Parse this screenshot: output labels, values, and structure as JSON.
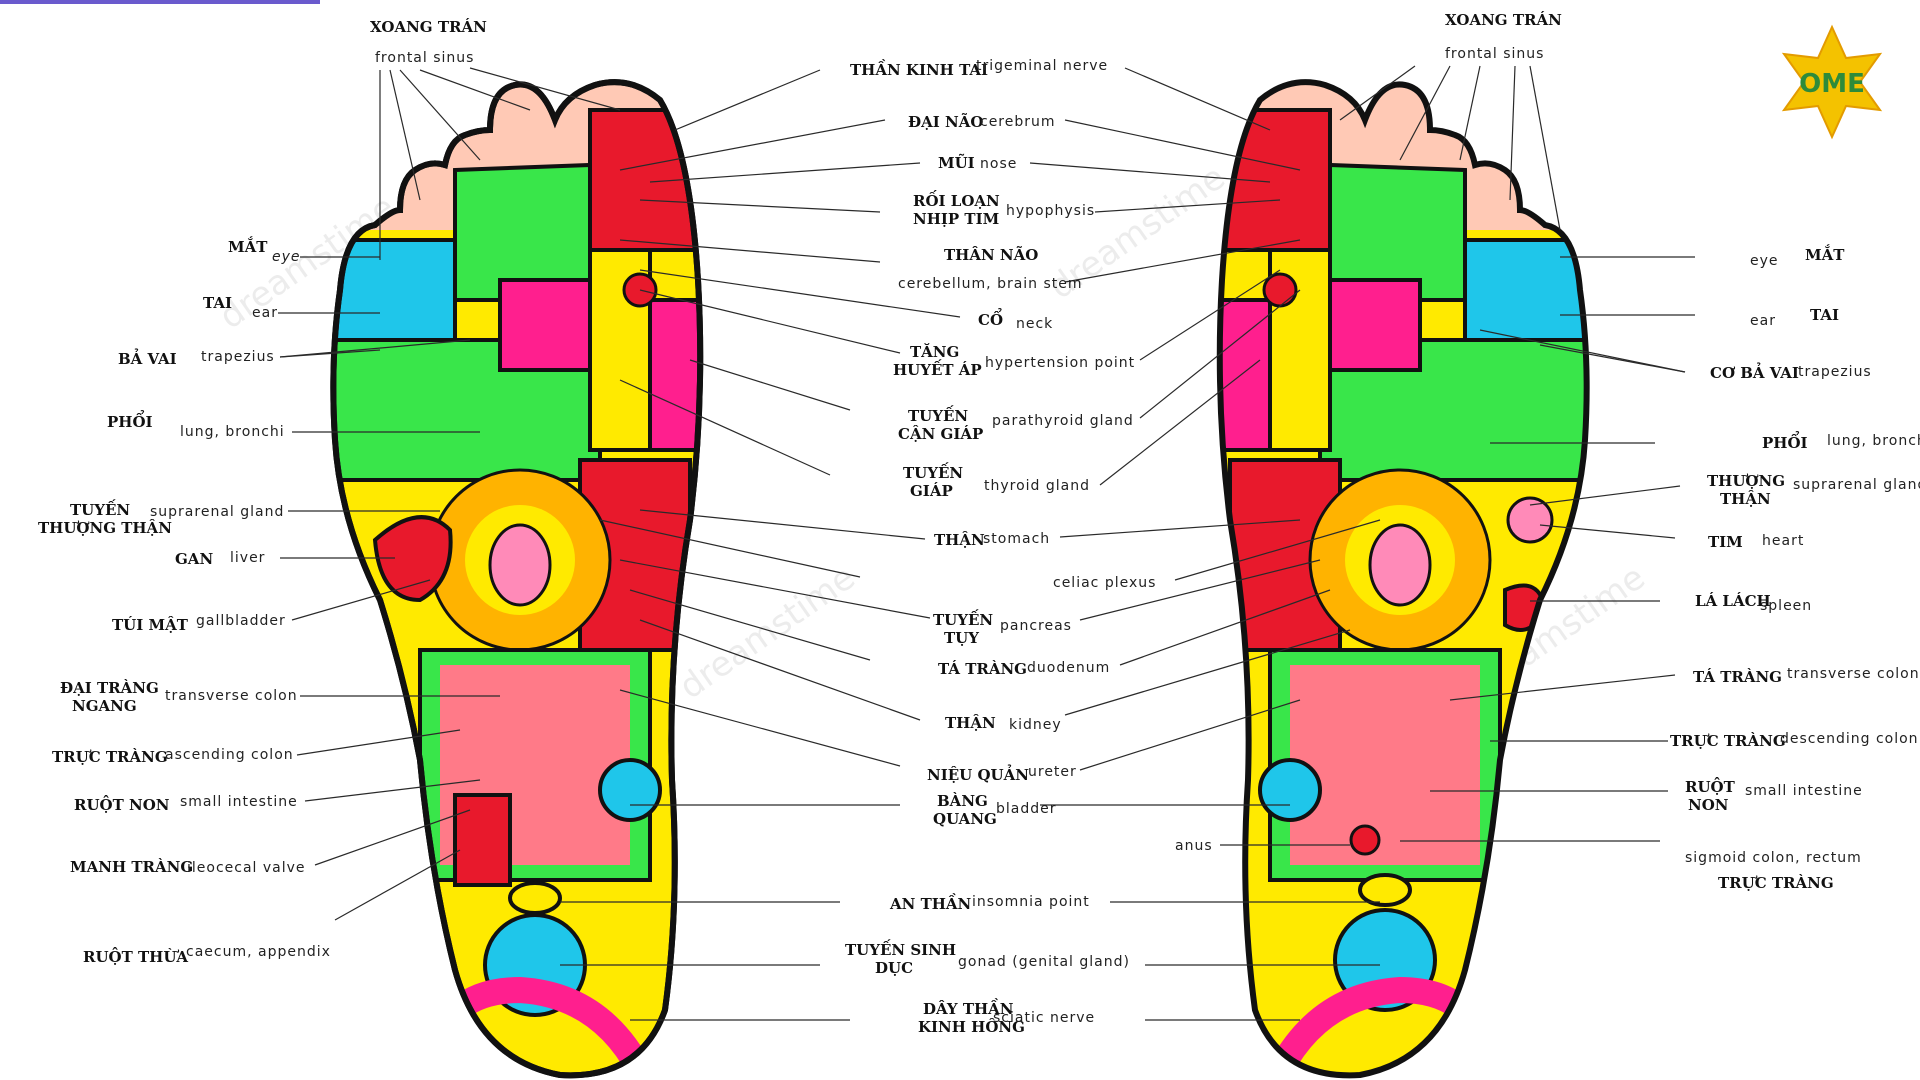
{
  "logo": {
    "text": "OME",
    "color": "#f4c200"
  },
  "colors": {
    "yellow": "#ffea00",
    "green": "#39e64a",
    "red": "#e8192c",
    "pink": "#ff1f8e",
    "cyan": "#1fc6ea",
    "peach": "#ffc9b5"
  },
  "labels": {
    "frontal_sinus_vn": "XOANG TRÁN",
    "frontal_sinus_en": "frontal sinus",
    "eye_vn": "MẮT",
    "eye_en": "eye",
    "ear_vn": "TAI",
    "ear_en": "ear",
    "trapezius_vn_left": "BẢ VAI",
    "trapezius_vn_right": "CƠ BẢ VAI",
    "trapezius_en": "trapezius",
    "lung_vn": "PHỔI",
    "lung_en": "lung, bronchi",
    "suprarenal_vn1_left": "TUYẾN",
    "suprarenal_vn2_left": "THƯỢNG THẬN",
    "suprarenal_vn1_right": "THƯỢNG",
    "suprarenal_vn2_right": "THẬN",
    "suprarenal_en": "suprarenal gland",
    "liver_vn": "GAN",
    "liver_en": "liver",
    "gallbladder_vn": "TÚI MẬT",
    "gallbladder_en": "gallbladder",
    "transverse_vn1": "ĐẠI TRÀNG",
    "transverse_vn2": "NGANG",
    "transverse_vn_right": "TÁ TRÀNG",
    "transverse_en": "transverse colon",
    "ascending_vn": "TRỰC TRÀNG",
    "ascending_en": "ascending colon",
    "small_int_vn": "RUỘT NON",
    "small_int_vn1": "RUỘT",
    "small_int_vn2": "NON",
    "small_int_en": "small intestine",
    "ileocecal_vn": "MANH TRÀNG",
    "ileocecal_en": "ileocecal valve",
    "caecum_vn": "RUỘT THỪA",
    "caecum_en": "caecum, appendix",
    "trigeminal_vn": "THẦN KINH TAI",
    "trigeminal_en": "trigeminal nerve",
    "cerebrum_vn": "ĐẠI NÃO",
    "cerebrum_en": "cerebrum",
    "nose_vn": "MŨI",
    "nose_en": "nose",
    "hypophysis_vn1": "RỐI LOẠN",
    "hypophysis_vn2": "NHỊP TIM",
    "hypophysis_en": "hypophysis",
    "cerebellum_vn": "THÂN NÃO",
    "cerebellum_en": "cerebellum, brain stem",
    "neck_vn": "CỔ",
    "neck_en": "neck",
    "hypertension_vn1": "TĂNG",
    "hypertension_vn2": "HUYẾT ÁP",
    "hypertension_en": "hypertension point",
    "parathyroid_vn1": "TUYẾN",
    "parathyroid_vn2": "CẬN GIÁP",
    "parathyroid_en": "parathyroid gland",
    "thyroid_vn1": "TUYẾN",
    "thyroid_vn2": "GIÁP",
    "thyroid_en": "thyroid gland",
    "stomach_vn": "THẬN",
    "stomach_en": "stomach",
    "celiac_en": "celiac plexus",
    "pancreas_vn1": "TUYẾN",
    "pancreas_vn2": "TỤY",
    "pancreas_en": "pancreas",
    "duodenum_vn": "TÁ TRÀNG",
    "duodenum_en": "duodenum",
    "kidney_vn": "THẬN",
    "kidney_en": "kidney",
    "ureter_vn": "NIỆU QUẢN",
    "ureter_en": "ureter",
    "bladder_vn1": "BÀNG",
    "bladder_vn2": "QUANG",
    "bladder_en": "bladder",
    "insomnia_vn": "AN THẦN",
    "insomnia_en": "insomnia point",
    "gonad_vn1": "TUYẾN SINH",
    "gonad_vn2": "DỤC",
    "gonad_en": "gonad (genital gland)",
    "sciatic_vn1": "DÂY THẦN",
    "sciatic_vn2": "KINH HÔNG",
    "sciatic_en": "sciatic nerve",
    "heart_vn": "TIM",
    "heart_en": "heart",
    "spleen_vn": "LÁ LÁCH",
    "spleen_en": "spleen",
    "descending_vn": "TRỰC TRÀNG",
    "descending_en": "descending colon",
    "anus_en": "anus",
    "sigmoid_en": "sigmoid colon, rectum",
    "sigmoid_vn": "TRỰC TRÀNG"
  }
}
